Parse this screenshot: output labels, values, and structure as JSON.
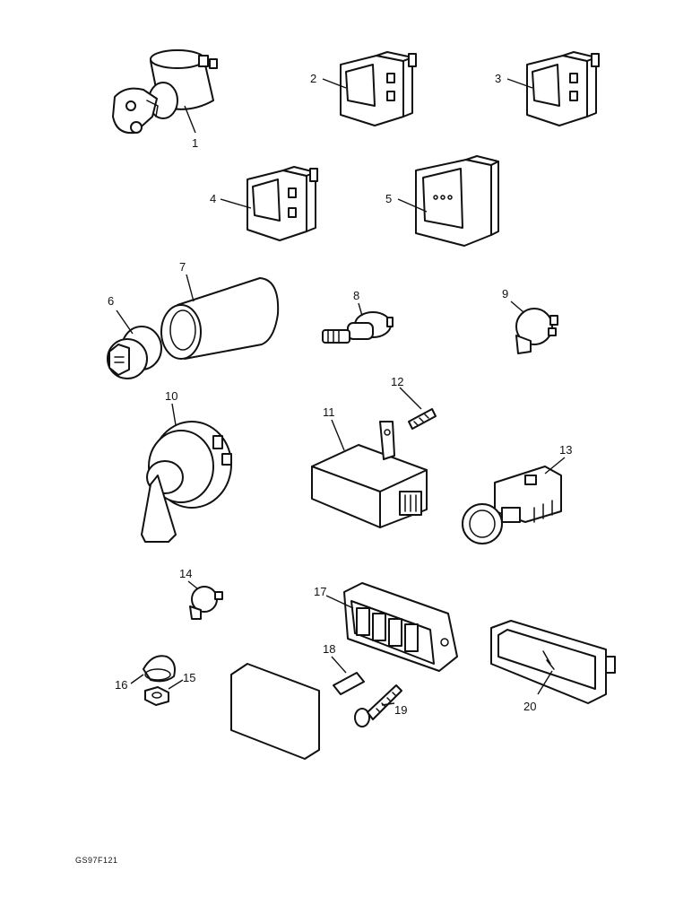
{
  "callouts": [
    "1",
    "2",
    "3",
    "4",
    "5",
    "6",
    "7",
    "8",
    "9",
    "10",
    "11",
    "12",
    "13",
    "14",
    "15",
    "16",
    "17",
    "18",
    "19",
    "20"
  ],
  "reference_code": "GS97F121"
}
